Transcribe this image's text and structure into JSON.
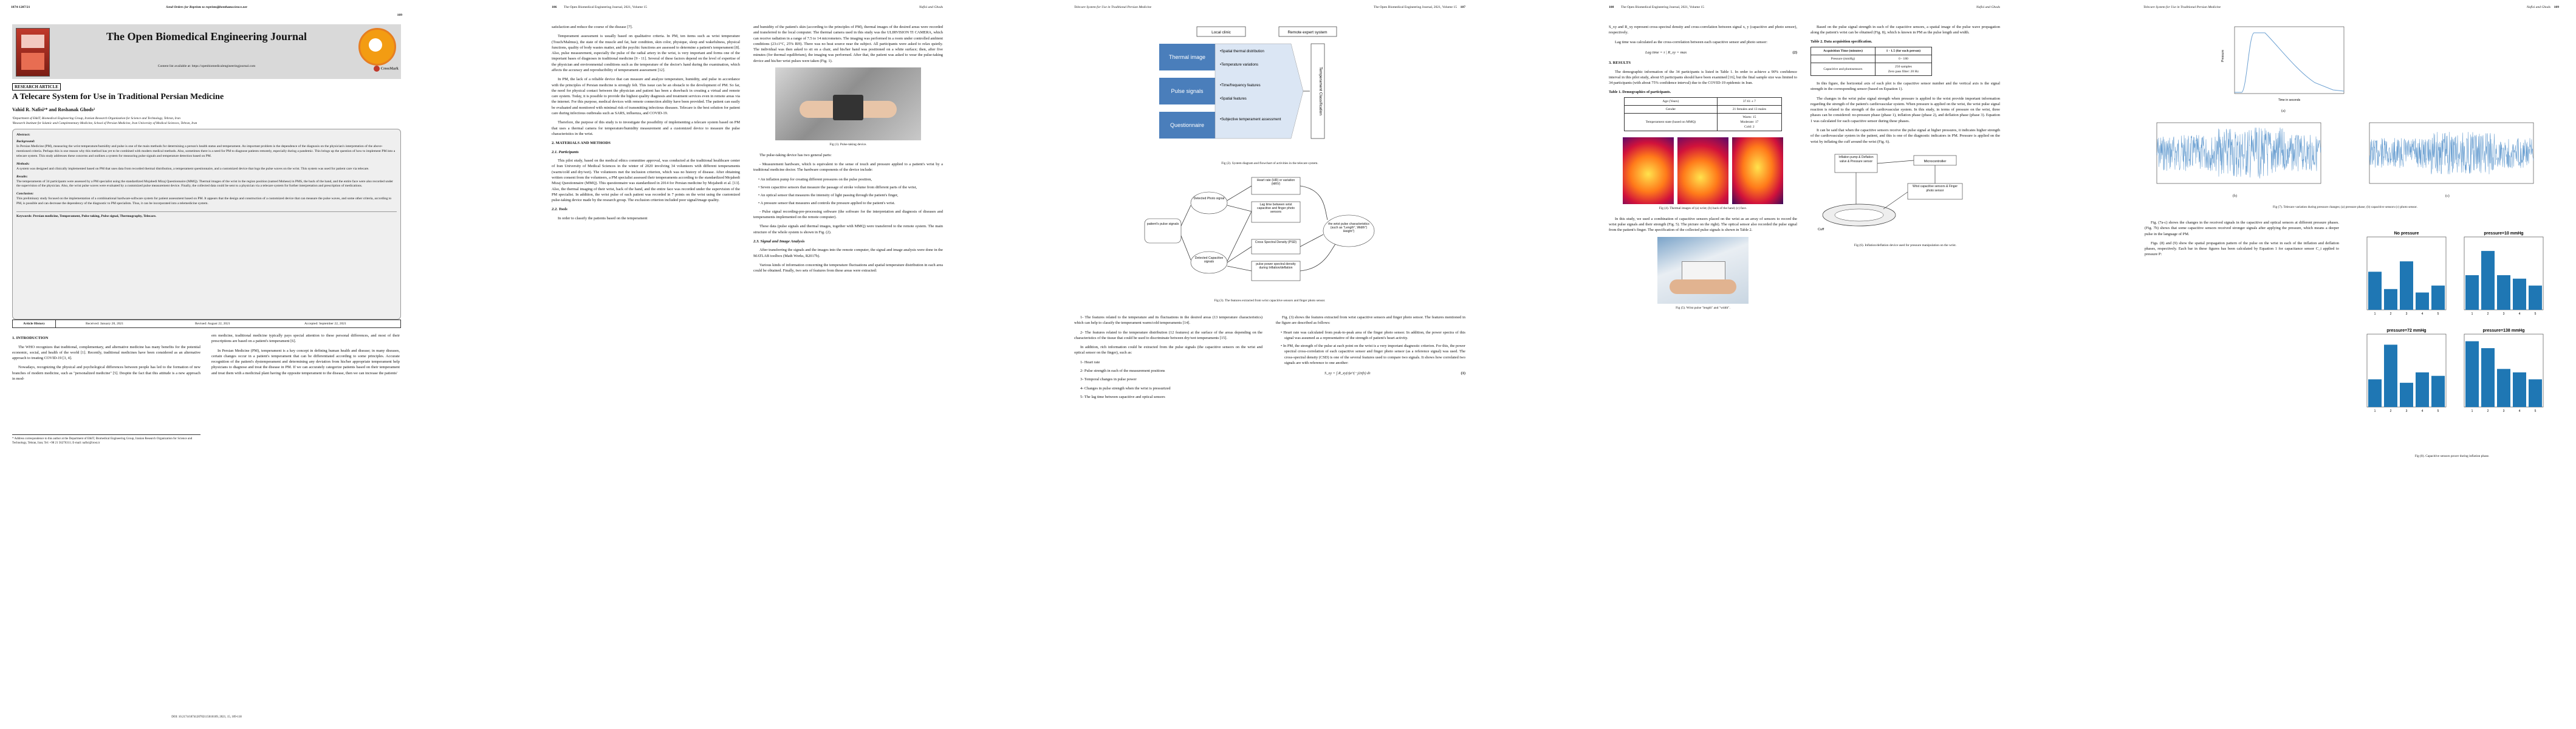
{
  "page1": {
    "issn": "1874-1207/21",
    "reprints": "Send Orders for Reprints to reprints@benthamscience.net",
    "page_no": "109",
    "journal_title": "The Open Biomedical Engineering Journal",
    "content_available": "Content list available at: https://openbiomedicalengineeringjournal.com",
    "badge_research": "RESEARCH ARTICLE",
    "article_title": "A Telecare System for Use in Traditional Persian Medicine",
    "authors": "Vahid R. Nafisi¹* and Roshanak Ghods²",
    "affil1": "¹Department of E&IT, Biomedical Engineering Group, Iranian Research Organization for Science and Technology, Tehran, Iran",
    "affil2": "²Research Institute for Islamic and Complementary Medicine, School of Persian Medicine, Iran University of Medical Sciences, Tehran, Iran",
    "abstract_label": "Abstract:",
    "background_label": "Background:",
    "background": "In Persian Medicine (PM), measuring the wrist temperature/humidity and pulse is one of the main methods for determining a person's health status and temperament. An important problem is the dependence of the diagnosis on the physician's interpretation of the above-mentioned criteria. Perhaps this is one reason why this method has yet to be combined with modern medical methods. Also, sometimes there is a need for PM to diagnose patients remotely, especially during a pandemic. This brings up the question of how to implement PM into a telecare system. This study addresses these concerns and outlines a system for measuring pulse signals and temperature detection based on PM.",
    "methods_label": "Methods:",
    "methods": "A system was designed and clinically implemented based on PM that uses data from recorded thermal distribution, a temperament questionnaire, and a customized device that logs the pulse waves on the wrist. This system was used for patient care via telecare.",
    "results_label": "Results:",
    "results": "The temperaments of 34 participants were assessed by a PM specialist using the standardized Mojahedi Mizaj Questionnaire (MMQ). Thermal images of the wrist in the region position (named Mohese) in PMS, the back of the hand, and the entire face were also recorded under the supervision of the physician. Also, the wrist pulse waves were evaluated by a customized pulse measurement device. Finally, the collected data could be sent to a physician via a telecare system for further interpretation and prescription of medications.",
    "conclusion_label": "Conclusion:",
    "conclusion": "This preliminary study focused on the implementation of a combinational hardware-software system for patient assessment based on PM. It appears that the design and construction of a customized device that can measure the pulse waves, and some other criteria, according to PM, is possible and can decrease the dependency of the diagnostic to PM specialists. Thus, it can be incorporated into a telemedicine system.",
    "keywords": "Keywords: Persian medicine, Temperament, Pulse taking, Pulse signal, Thermography, Telecare.",
    "history_label": "Article History",
    "received": "Received: January 28, 2021",
    "revised": "Revised: August 22, 2021",
    "accepted": "Accepted: September 22, 2021",
    "intro_heading": "1. INTRODUCTION",
    "intro_p1": "The WHO recognizes that traditional, complementary, and alternative medicine has many benefits for the potential economic, social, and health of the world [1]. Recently, traditional medicines have been considered as an alternative approach to treating COVID-19 [3, 4].",
    "intro_p2": "Nowadays, recognizing the physical and psychological differences between people has led to the formation of new branches of modern medicine, such as \"personalized medicine\" [5]. Despite the fact that this attitude is a new approach in mod-",
    "intro_col2": "ern medicine, traditional medicine typically pays special attention to these personal differences, and most of their prescriptions are based on a patient's temperament [6].",
    "intro_col2b": "In Persian Medicine (PM), temperament is a key concept in defining human health and disease; in many diseases, certain changes occur in a patient's temperament that can be differentiated according to some principles. Accurate recognition of the patient's dystemperament and determining any deviation from his/her appropriate temperament help physicians to diagnose and treat the disease in PM. If we can accurately categorize patients based on their temperament and treat them with a medicinal plant having the opposite temperament to the disease, then we can increase the patients'",
    "footnote": "* Address correspondence to this author at the Department of E&IT, Biomedical Engineering Group, Iranian Research Organization for Science and Technology, Tehran, Iran; Tel: +98 21 56276311; E-mail: nafisi@irost.ir",
    "doi": "DOI: 10.2174/1874120702115010109, 2021, 15, 109-118",
    "crossmark": "CrossMark"
  },
  "page2": {
    "page_no": "106",
    "header": "The Open Biomedical Engineering Journal, 2021, Volume 15",
    "authors_short": "Nafisi and Ghods",
    "p1": "satisfaction and reduce the course of the disease [7].",
    "p2": "Temperament assessment is usually based on qualitative criteria. In PM, ten items such as wrist temperature (Touch/Malmus), the state of the muscle and fat, hair condition, skin color, physique, sleep and wakefulness, physical functions, quality of body wastes matter, and the psychic functions are assessed to determine a patient's temperament [8]. Also, pulse measurement, especially the pulse of the radial artery in the wrist, is very important and forms one of the important bases of diagnoses in traditional medicine [9 - 11]. Several of these factors depend on the level of expertise of the physician and environmental conditions such as the temperature of the doctor's hand during the examination, which affects the accuracy and reproducibility of temperament assessment [12].",
    "p3": "In PM, the lack of a reliable device that can measure and analyze temperature, humidity, and pulse in accordance with the principles of Persian medicine is strongly felt. This issue can be an obstacle to the development of PM. So far, the need for physical contact between the physician and patient has been a drawback in creating a virtual and remote care system. Today, it is possible to provide the highest quality diagnosis and treatment services even in remote areas via the internet. For this purpose, medical devices with remote connection ability have been provided. The patient can easily be evaluated and monitored with minimal risk of transmitting infectious diseases. Telecare is the best solution for patient care during infectious outbreaks such as SARS, influenza, and COVID-19.",
    "p4": "Therefore, the purpose of this study is to investigate the possibility of implementing a telecare system based on PM that uses a thermal camera for temperature/humidity measurement and a customized device to measure the pulse characteristics in the wrist.",
    "h2": "2. MATERIALS AND METHODS",
    "h21": "2.1. Participants",
    "p5": "This pilot study, based on the medical ethics committee approval, was conducted at the traditional healthcare center of Iran University of Medical Sciences in the winter of 2020 involving 34 volunteers with different temperaments (warm/cold and dry/wet). The volunteers met the inclusion criterion, which was no history of disease. After obtaining written consent from the volunteers, a PM specialist assessed their temperaments according to the standardized Mojahedi Mizaj Questionnaire (MMQ). This questionnaire was standardized in 2014 for Persian medicine by Mojahedi et al. [13]. Also, the thermal imaging of their wrist, back of the hand, and the entire face was recorded under the supervision of the PM specialist. In addition, the wrist pulse of each patient was recorded in 7 points on the wrist using the customized pulse-taking device made by the research group. The exclusion criterion included poor signal/image quality.",
    "h22": "2.2. Tools",
    "p6": "In order to classify the patients based on the temperament",
    "c2p1": "and humidity of the patient's skin (according to the principles of PM), thermal images of the desired areas were recorded and transferred to the local computer. The thermal camera used in this study was the ULIRVISION TI CAMERA, which can receive radiation in a range of 7.5 to 14 micrometers. The imaging was performed in a room under controlled ambient conditions (23±1°C, 25% RH). There was no heat source near the subject. All participants were asked to relax quietly. The individual was then asked to sit on a chair, and his/her hand was positioned on a white surface; then, after five minutes (for thermal equilibrium), the imaging was performed. After that, the patient was asked to wear the pulse-taking device and his/her wrist pulses were taken (Fig. 1).",
    "fig1": "Fig (1). Pulse-taking device.",
    "c2p2": "The pulse-taking device has two general parts:",
    "c2p3": "- Measurement hardware, which is equivalent to the sense of touch and pressure applied to a patient's wrist by a traditional medicine doctor. The hardware components of the device include:",
    "b1": "An inflation pump for creating different pressures on the pulse position,",
    "b2": "Seven capacitive sensors that measure the passage of stroke volume from different parts of the wrist,",
    "b3": "An optical sensor that measures the intensity of light passing through the patient's finger,",
    "b4": "A pressure sensor that measures and controls the pressure applied to the patient's wrist.",
    "c2p4": "- Pulse signal recording-pre-processing software (the software for the interpretation and diagnosis of diseases and temperaments implemented on the remote computer).",
    "c2p5": "These data (pulse signals and thermal images, together with MMQ) were transferred to the remote system. The main structure of the whole system is shown in Fig. (2).",
    "h23": "2.3. Signal and Image Analysis",
    "c2p6": "After transferring the signals and the images into the remote computer, the signal and image analysis were done in the MATLAB toolbox (Math Works, R2017b).",
    "c2p7": "Various kinds of information concerning the temperature fluctuations and spatial temperature distribution in each area could be obtained. Finally, two sets of features from these areas were extracted:"
  },
  "page3": {
    "page_no": "107",
    "header_l": "Telecare System for Use in Traditional Persian Medicine",
    "header_c": "The Open Biomedical Engineering Journal, 2021, Volume 15",
    "local_clinic": "Local clinic",
    "remote_system": "Remote expert system",
    "mod1": "Thermal image",
    "mod2": "Pulse signals",
    "mod3": "Questionnaire",
    "f1": "•Spatial thermal distribution",
    "f2": "•Temperature variations",
    "f3": "•Time/frequency features",
    "f4": "•Spatial features",
    "f5": "•Subjective temperament assessment",
    "classif": "Temperament Classification",
    "fig2": "Fig (2). System diagram and flowchart of activities in the telecare system.",
    "n_pulse": "patient's pulse signals",
    "n_photo": "Detected Photo signal",
    "n_cap": "Detected Capacitive signals",
    "n_hr": "Heart rate (HR) or variation (HRV)",
    "n_lag": "Lag time between wrist capacitive and finger photo sensors",
    "n_csd": "Cross Spectral Density (PSD)",
    "n_psd": "pulse power spectral density during Inflation/deflation",
    "n_wrist": "the wrist pulse characteristics (such as \"Length\", Width\") Height\")",
    "fig3": "Fig (3). The features extracted from wrist capacitive sensors and finger photo sensor.",
    "p1": "1- The features related to the temperature and its fluctuations in the desired areas (13 temperature characteristics) which can help to classify the temperament warm/cold temperaments [14].",
    "p2": "2- The features related to the temperature distribution (12 features) at the surface of the areas depending on the characteristics of the tissue that could be used to discriminate between dry/wet temperaments [15].",
    "p3": "In addition, rich information could be extracted from the pulse signals (the capacitive sensors on the wrist and optical sensor on the finger), such as:",
    "l1": "1- Heart rate",
    "l2": "2- Pulse strength in each of the measurement positions",
    "l3": "3- Temporal changes in pulse power",
    "l4": "4- Changes in pulse strength when the wrist is pressurized",
    "l5": "5- The lag time between capacitive and optical sensors",
    "r1": "Fig. (3) shows the features extracted from wrist capacitive sensors and finger photo sensor. The features mentioned in the figure are described as follows:",
    "rb1": "Heart rate was calculated from peak-to-peak area of the finger photo sensor. In addition, the power spectra of this signal was assumed as a representative of the strength of patient's heart activity.",
    "rb2": "In PM, the strength of the pulse at each point on the wrist is a very important diagnostic criterion. For this, the power spectral cross-correlation of each capacitive sensor and finger photo sensor (as a reference signal) was used. The cross-spectral density (CSD) is one of the several features used to compare two signals. It shows how correlated two signals are with reference to one another:",
    "formula": "S_xy = ∫ R_xy(τ)e^(−j2πfτ) dτ",
    "formula_n": "(1)"
  },
  "page4": {
    "page_no": "108",
    "header": "The Open Biomedical Engineering Journal, 2021, Volume 15",
    "authors_short": "Nafisi and Ghods",
    "p1": "S_xy and R_xy represent cross-spectral density and cross-correlation between signal x, y (capacitive and photo sensor), respectively.",
    "p2": "Lag time was calculated as the cross-correlation between each capacitive sensor and photo sensor:",
    "formula": "Lag time = τ | R_xy = max",
    "formula_n": "(2)",
    "h3": "3. RESULTS",
    "p3": "The demographic information of the 34 participants is listed in Table 1. In order to achieve a 90% confidence interval in this pilot study, about 65 participants should have been examined [16], but the final sample size was limited to 34 participants (with about 75% confidence interval) due to the COVID-19 epidemic in Iran.",
    "t1_title": "Table 1. Demographics of participants.",
    "t1_rows": [
      [
        "Age (Years)",
        "37.61 ± 7"
      ],
      [
        "Gender",
        "21 females and 13 males"
      ],
      [
        "Temperament state (based on MMQ)",
        "Warm: 15\nModerate: 17\nCold: 2"
      ]
    ],
    "fig4": "Fig (4). Thermal images of (a) wrist; (b) back of the hand; (c) face.",
    "p4": "In this study, we used a combination of capacitive sensors placed on the wrist as an array of sensors to record the wrist pulse signals and their strength (Fig. 5). The picture on the right). The optical sensor also recorded the pulse signal from the patient's finger. The specification of the collected pulse signals is shown in Table 2.",
    "fig5": "Fig (5). Wrist pulse \"length\" and \"width\".",
    "c2p1": "Based on the pulse signal strength in each of the capacitive sensors, a spatial image of the pulse wave propagation along the patient's wrist can be obtained (Fig. 8), which is known in PM as the pulse length and width.",
    "t2_title": "Table 2. Data acquisition specification.",
    "t2_head": [
      "Acquisition Time (minutes)",
      "1 - 1.5 (for each person)"
    ],
    "t2_rows": [
      [
        "Pressure (mmHg)",
        "0 - 180"
      ],
      [
        "Capacitive and photosensors",
        "250 samples\nZero pass filter: 20 Hz"
      ]
    ],
    "c2p2": "In this figure, the horizontal axis of each plot is the capacitive sensor number and the vertical axis is the signal strength in the corresponding sensor (based on Equation 1).",
    "c2p3": "The changes in the wrist pulse signal strength when pressure is applied to the wrist provide important information regarding the strength of the patient's cardiovascular system. When pressure is applied on the wrist, the wrist pulse signal reaction is related to the strength of the cardiovascular system. In this study, in terms of pressure on the wrist, three phases can be considered: no-pressure phase (phase 1), inflation phase (phase 2), and deflation phase (phase 3). Equation 1 was calculated for each capacitive sensor during these phases.",
    "c2p4": "It can be said that when the capacitive sensors receive the pulse signal at higher pressures, it indicates higher strength of the cardiovascular system in the patient, and this is one of the diagnostic indicators in PM. Pressure is applied on the wrist by inflating the cuff around the wrist (Fig. 6).",
    "d_pump": "Inflation pump & Deflation valve & Pressure sensor",
    "d_micro": "Microcontroller",
    "d_wrist": "Wrist capacitive sensors & Finger photo sensor",
    "d_cuff": "Cuff",
    "fig6": "Fig (6). Inflation/deflation device used for pressure manipulation on the wrist."
  },
  "page5": {
    "page_no": "109",
    "header_l": "Telecare System for Use in Traditional Persian Medicine",
    "header_r": "Nafisi and Ghods",
    "p1": "Fig. (7a-c) shows the changes in the received signals in the capacitive and optical sensors at different pressure phases. (Fig. 7b) shows that some capacitive sensors received stronger signals after applying the pressure, which means a deeper pulse in the language of PM.",
    "p2": "Figs. (8) and (9) show the spatial propagation pattern of the pulse on the wrist in each of the inflation and deflation phases, respectively. Each bar in these figures has been calculated by Equation 1 for capacitance sensor C_i applied to pressure P:",
    "fig7": "Fig (7). Telecare variation during pressure changes; (a) pressure phase; (b) capacitive sensors (c) photo sensor.",
    "fig8": "Fig (8). Capacitive sensors power during inflation phase.",
    "fig7a_label": "(a)",
    "fig7b_label": "(b)",
    "fig7c_label": "(c)",
    "p7a_y": "Pressure",
    "p7a_x": "Time in seconds"
  },
  "chart_data": [
    {
      "type": "bar",
      "title": "No pressure",
      "categories": [
        "1",
        "2",
        "3",
        "4",
        "5"
      ],
      "values": [
        0.55,
        0.3,
        0.7,
        0.25,
        0.35
      ]
    },
    {
      "type": "bar",
      "title": "pressure=10 mmHg",
      "categories": [
        "1",
        "2",
        "3",
        "4",
        "5"
      ],
      "values": [
        0.5,
        0.85,
        0.5,
        0.45,
        0.35
      ]
    },
    {
      "type": "bar",
      "title": "pressure=72 mmHg",
      "categories": [
        "1",
        "2",
        "3",
        "4",
        "5"
      ],
      "values": [
        0.4,
        0.9,
        0.35,
        0.5,
        0.45
      ]
    },
    {
      "type": "bar",
      "title": "pressure=138 mmHg",
      "categories": [
        "1",
        "2",
        "3",
        "4",
        "5"
      ],
      "values": [
        0.95,
        0.85,
        0.55,
        0.5,
        0.4
      ]
    }
  ],
  "colors": {
    "accent": "#4a7ebb",
    "bar": "#1f77b4",
    "header_gray": "#d9d9d9",
    "brand_red": "#c0392b"
  }
}
